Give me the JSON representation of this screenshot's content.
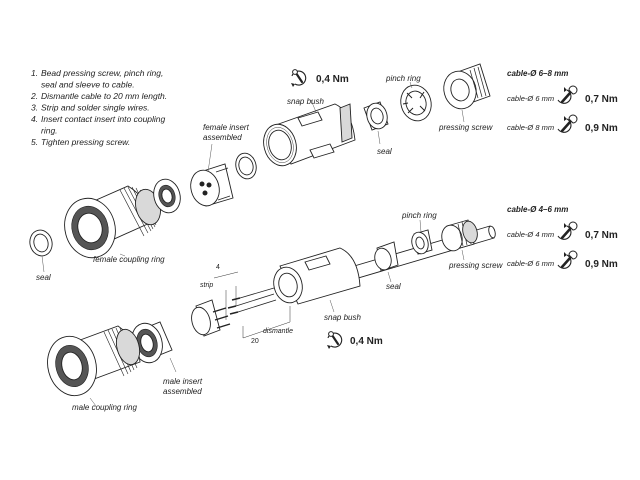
{
  "instructions": [
    {
      "num": "1.",
      "lines": [
        "Bead pressing screw, pinch ring,",
        "seal and sleeve to cable."
      ]
    },
    {
      "num": "2.",
      "lines": [
        "Dismantle cable to 20 mm length."
      ]
    },
    {
      "num": "3.",
      "lines": [
        "Strip and solder single wires."
      ]
    },
    {
      "num": "4.",
      "lines": [
        "Insert contact insert into coupling",
        "ring."
      ]
    },
    {
      "num": "5.",
      "lines": [
        "Tighten pressing screw."
      ]
    }
  ],
  "torque": {
    "snap_bush_top": "0,4 Nm",
    "snap_bush_bottom": "0,4 Nm"
  },
  "cable_tables": [
    {
      "title": "cable-Ø 6–8 mm",
      "rows": [
        {
          "label": "cable-Ø 6 mm",
          "value": "0,7 Nm"
        },
        {
          "label": "cable-Ø 8 mm",
          "value": "0,9 Nm"
        }
      ]
    },
    {
      "title": "cable-Ø 4–6 mm",
      "rows": [
        {
          "label": "cable-Ø 4 mm",
          "value": "0,7 Nm"
        },
        {
          "label": "cable-Ø 6 mm",
          "value": "0,9 Nm"
        }
      ]
    }
  ],
  "labels": {
    "snap_bush_top": "snap bush",
    "pinch_ring_top": "pinch ring",
    "pressing_screw_top": "pressing screw",
    "seal_top": "seal",
    "female_insert": [
      "female insert",
      "assembled"
    ],
    "seal_left": "seal",
    "female_coupling_ring": "female coupling ring",
    "pinch_ring_bottom": "pinch ring",
    "pressing_screw_bottom": "pressing screw",
    "seal_bottom": "seal",
    "snap_bush_bottom": "snap bush",
    "strip": "strip",
    "dim_4": "4",
    "dim_20": "20",
    "dismantle": "dismantle",
    "male_insert": [
      "male insert",
      "assembled"
    ],
    "male_coupling_ring": "male coupling ring"
  },
  "icons": {
    "torque": "rotation-wrench-icon",
    "wrench": "wrench-icon"
  },
  "colors": {
    "line": "#222222",
    "light_fill": "#d9d9d9",
    "dark_fill": "#555555",
    "background": "#ffffff"
  }
}
